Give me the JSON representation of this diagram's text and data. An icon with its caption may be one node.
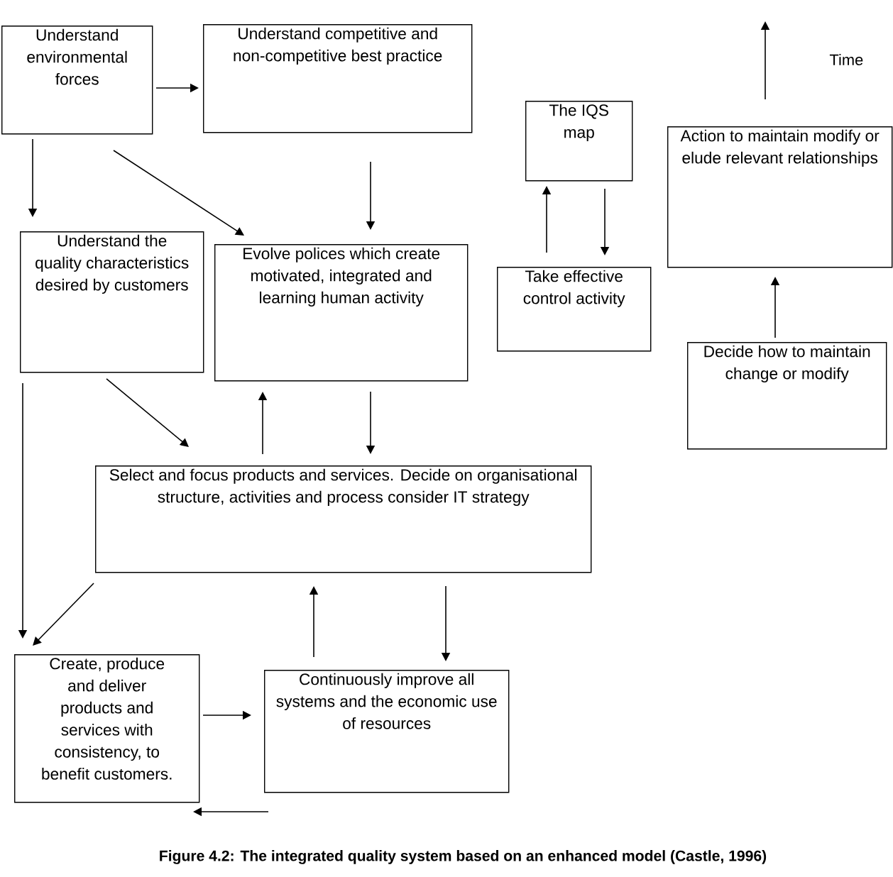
{
  "diagram": {
    "caption": "Figure 4.2: The integrated quality system based on an enhanced model (Castle, 1996)",
    "nodes": [
      {
        "text": [
          "Understand environmental forces"
        ]
      },
      {
        "text": [
          "Understand competitive and non-competitive best practice"
        ]
      },
      {
        "text": [
          "The IQS map"
        ]
      },
      {
        "text": [
          "Action to maintain modify or elude relevant relationships"
        ]
      },
      {
        "text": [
          "Understand the quality characteristics desired by customers"
        ]
      },
      {
        "text": [
          "Evolve polices which create motivated, integrated and learning human activity"
        ]
      },
      {
        "text": [
          "Take effective control activity"
        ]
      },
      {
        "text": [
          "Decide how to maintain change or modify"
        ]
      },
      {
        "text": [
          "Select and focus products and services. Decide on organisational structure, activities and process consider IT strategy"
        ]
      },
      {
        "text": [
          "Create, produce and deliver products and services with consistency, to benefit customers."
        ]
      },
      {
        "text": [
          "Continuously improve all systems and the economic use of resources"
        ]
      }
    ],
    "edges": [
      {
        "from": 0,
        "to": 1,
        "arrow": "to"
      },
      {
        "from": 0,
        "to": 4,
        "arrow": "to"
      },
      {
        "from": 0,
        "to": 5,
        "arrow": "to"
      },
      {
        "from": 1,
        "to": 5,
        "arrow": "to"
      },
      {
        "from": 2,
        "to": 6,
        "arrow": "to"
      },
      {
        "from": 6,
        "to": 2,
        "arrow": "to"
      },
      {
        "from": 7,
        "to": 3,
        "arrow": "to"
      },
      {
        "from": 4,
        "to": 8,
        "arrow": "to"
      },
      {
        "from": 8,
        "to": 5,
        "arrow": "to"
      },
      {
        "from": 5,
        "to": 8,
        "arrow": "to"
      },
      {
        "from": 4,
        "to": 9,
        "arrow": "to"
      },
      {
        "from": 8,
        "to": 9,
        "arrow": "to"
      },
      {
        "from": 10,
        "to": 8,
        "arrow": "to"
      },
      {
        "from": 8,
        "to": 10,
        "arrow": "to"
      },
      {
        "from": 9,
        "to": 10,
        "arrow": "to"
      },
      {
        "from": 10,
        "to": 9,
        "arrow": "to"
      }
    ],
    "labels": [
      "Time"
    ]
  }
}
